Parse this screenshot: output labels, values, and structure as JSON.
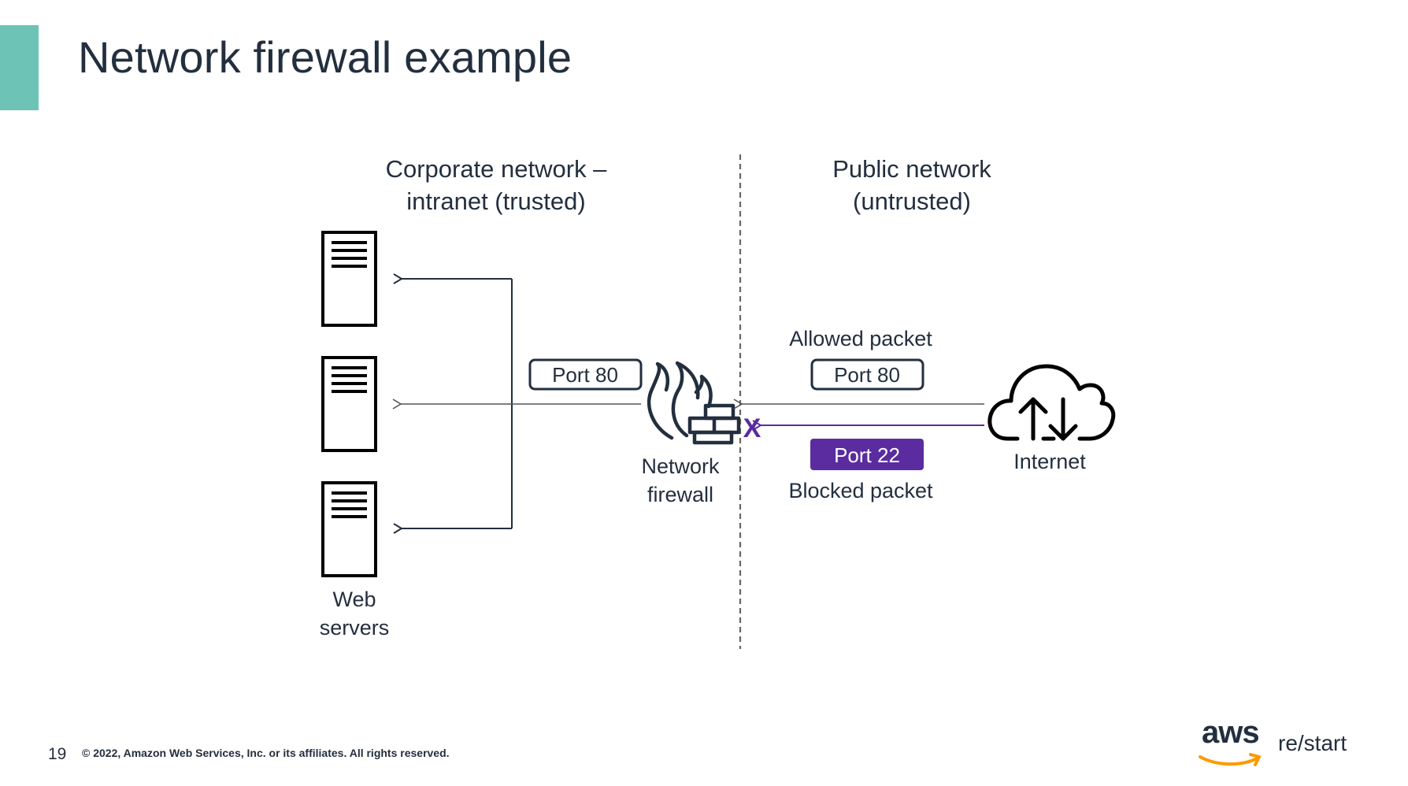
{
  "slide": {
    "title": "Network firewall example",
    "page_number": "19",
    "copyright": "© 2022, Amazon Web Services, Inc. or its affiliates. All rights reserved.",
    "accent_color": "#6cc3b6"
  },
  "diagram": {
    "left_zone_line1": "Corporate network –",
    "left_zone_line2": "intranet (trusted)",
    "right_zone_line1": "Public network",
    "right_zone_line2": "(untrusted)",
    "servers_label_line1": "Web",
    "servers_label_line2": "servers",
    "firewall_label_line1": "Network",
    "firewall_label_line2": "firewall",
    "internet_label": "Internet",
    "allowed_packet_label": "Allowed packet",
    "allowed_port_left": "Port 80",
    "allowed_port_right": "Port 80",
    "blocked_port": "Port 22",
    "blocked_packet_label": "Blocked packet",
    "blocked_marker": "X",
    "blocked_color": "#5a2ca0"
  },
  "brand": {
    "logo_text": "aws",
    "product_text": "re/start",
    "smile_color": "#ff9900"
  }
}
